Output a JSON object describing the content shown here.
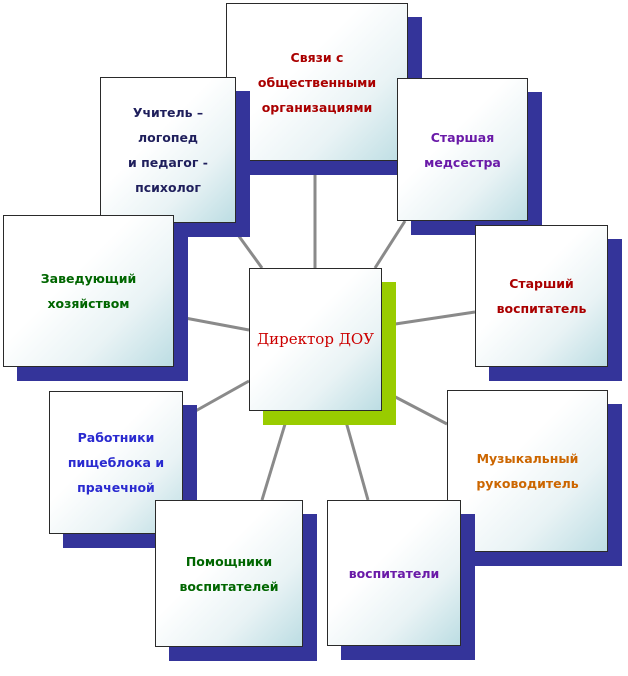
{
  "diagram": {
    "center": {
      "id": "director",
      "label": "Директор ДОУ",
      "color": "#cc0000"
    },
    "nodes": [
      {
        "id": "public-relations",
        "label": "Связи с\nобщественными\nорганизациями",
        "color": "#aa0000"
      },
      {
        "id": "speech-therapist",
        "label": "Учитель – логопед\nи педагог -\nпсихолог",
        "color": "#1f1f5c"
      },
      {
        "id": "head-nurse",
        "label": "Старшая\nмедсестра",
        "color": "#6a1aa8"
      },
      {
        "id": "facilities-manager",
        "label": "Заведующий\nхозяйством",
        "color": "#006600"
      },
      {
        "id": "senior-educator",
        "label": "Старший\nвоспитатель",
        "color": "#aa0000"
      },
      {
        "id": "kitchen-laundry",
        "label": "Работники\nпищеблока и\nпрачечной",
        "color": "#2a2ad0"
      },
      {
        "id": "music-director",
        "label": "Музыкальный\nруководитель",
        "color": "#cc6600"
      },
      {
        "id": "assistant-educators",
        "label": "Помощники\nвоспитателей",
        "color": "#006600"
      },
      {
        "id": "educators",
        "label": "воспитатели",
        "color": "#6a1aa8"
      }
    ],
    "edge_color": "#8a8a8a"
  }
}
